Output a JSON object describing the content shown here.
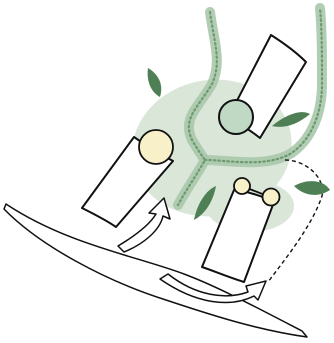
{
  "colors": {
    "background": "#ffffff",
    "outline": "#111111",
    "halo": "#d9e6d8",
    "vessel_stroke": "#a9c8ab",
    "vessel_dots": "#6f9a71",
    "leaf": "#4f7f55",
    "green_sphere": "#bfd9c4",
    "cream_sphere": "#f8f0c8",
    "arrow_fill": "#ffffff"
  },
  "diagram": {
    "labels": [],
    "elements": [
      "branching-vessel",
      "halo-region",
      "upper-rectangle",
      "left-rectangle",
      "lower-rectangle",
      "green-sphere",
      "large-cream-sphere",
      "small-cream-sphere-pair",
      "flow-arrow-ribbon",
      "dashed-connector",
      "leaf-marks"
    ]
  }
}
